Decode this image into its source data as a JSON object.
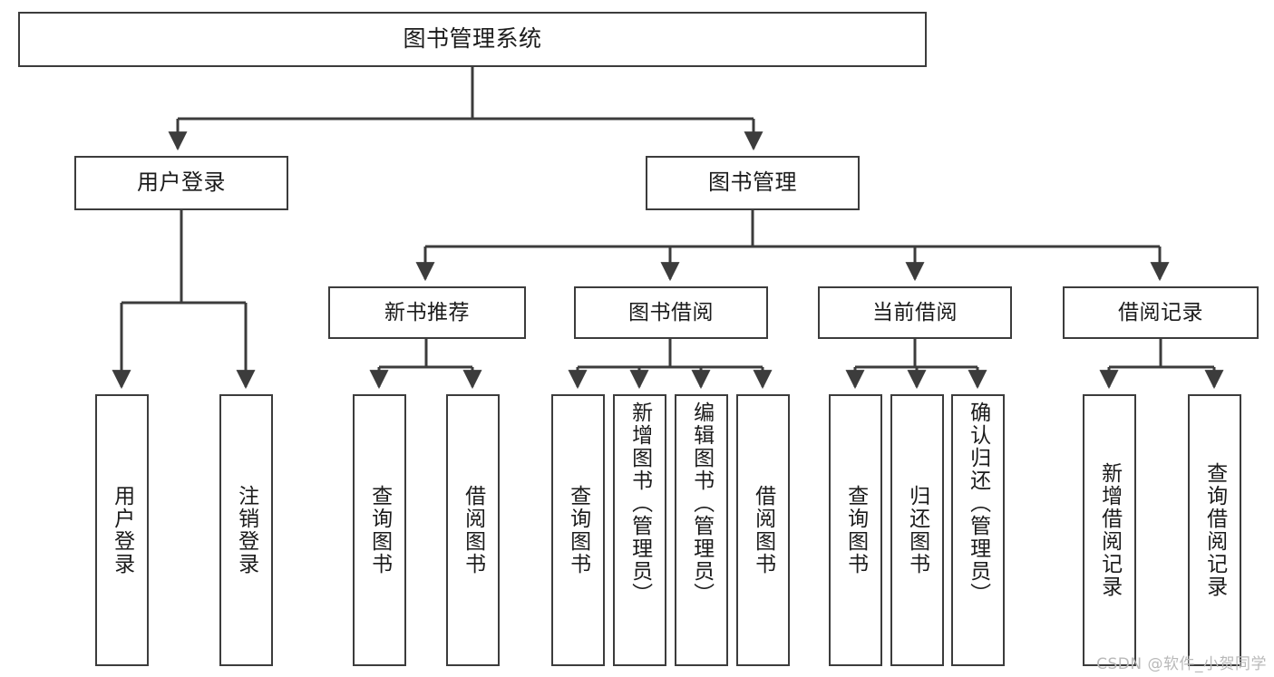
{
  "diagram": {
    "title": "图书管理系统",
    "type": "hierarchy-tree",
    "edge_color": "#3c3c3c",
    "box_border_color": "#3c3c3c",
    "box_fill_color": "#ffffff",
    "text_color": "#1b1b1b",
    "root": {
      "label": "图书管理系统"
    },
    "level2": [
      {
        "label": "用户登录"
      },
      {
        "label": "图书管理"
      }
    ],
    "level3": [
      {
        "label": "新书推荐"
      },
      {
        "label": "图书借阅"
      },
      {
        "label": "当前借阅"
      },
      {
        "label": "借阅记录"
      }
    ],
    "leaves": {
      "user_login": [
        {
          "label": "用户登录"
        },
        {
          "label": "注销登录"
        }
      ],
      "new_book_recommend": [
        {
          "label": "查询图书"
        },
        {
          "label": "借阅图书"
        }
      ],
      "book_borrow": [
        {
          "label": "查询图书"
        },
        {
          "label": "新增图书（管理员）"
        },
        {
          "label": "编辑图书（管理员）"
        },
        {
          "label": "借阅图书"
        }
      ],
      "current_borrow": [
        {
          "label": "查询图书"
        },
        {
          "label": "归还图书"
        },
        {
          "label": "确认归还（管理员）"
        }
      ],
      "borrow_record": [
        {
          "label": "新增借阅记录"
        },
        {
          "label": "查询借阅记录"
        }
      ]
    }
  },
  "watermark": {
    "text": "CSDN @软件_小贺同学"
  }
}
